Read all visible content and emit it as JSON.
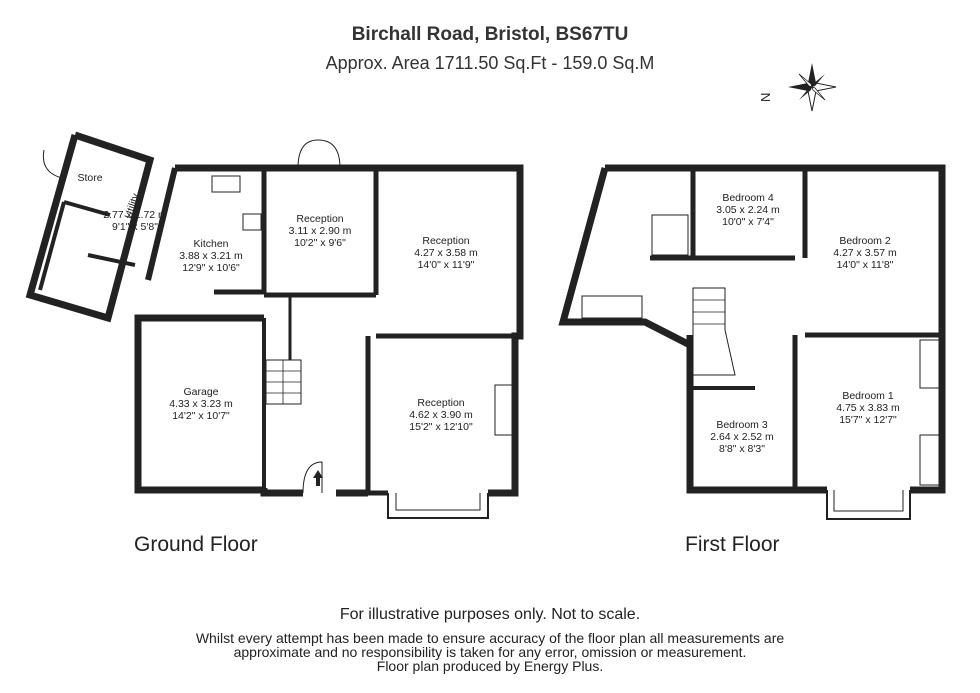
{
  "header": {
    "address": "Birchall Road, Bristol, BS67TU",
    "area": "Approx. Area 1711.50 Sq.Ft - 159.0 Sq.M"
  },
  "compass": {
    "label": "N",
    "icon": "compass-rose-icon"
  },
  "floors": [
    {
      "name": "Ground Floor",
      "rooms": [
        {
          "name": "Store",
          "metric": "",
          "imperial": ""
        },
        {
          "name": "Utility",
          "metric": "2.77 x 1.72 m",
          "imperial": "9'1\" x 5'8\""
        },
        {
          "name": "Kitchen",
          "metric": "3.88 x 3.21 m",
          "imperial": "12'9\" x 10'6\""
        },
        {
          "name": "Reception",
          "metric": "3.11 x 2.90 m",
          "imperial": "10'2\" x 9'6\""
        },
        {
          "name": "Reception",
          "metric": "4.27 x 3.58 m",
          "imperial": "14'0\" x 11'9\""
        },
        {
          "name": "Garage",
          "metric": "4.33 x 3.23 m",
          "imperial": "14'2\" x 10'7\""
        },
        {
          "name": "Reception",
          "metric": "4.62 x 3.90 m",
          "imperial": "15'2\" x 12'10\""
        }
      ]
    },
    {
      "name": "First Floor",
      "rooms": [
        {
          "name": "Bedroom 4",
          "metric": "3.05 x 2.24 m",
          "imperial": "10'0\" x 7'4\""
        },
        {
          "name": "Bedroom 2",
          "metric": "4.27 x 3.57 m",
          "imperial": "14'0\" x 11'8\""
        },
        {
          "name": "Bedroom 1",
          "metric": "4.75 x 3.83 m",
          "imperial": "15'7\" x 12'7\""
        },
        {
          "name": "Bedroom 3",
          "metric": "2.64 x 2.52 m",
          "imperial": "8'8\" x 8'3\""
        }
      ]
    }
  ],
  "footer": {
    "disclaimer": "For illustrative purposes only. Not to scale.",
    "line1": "Whilst every attempt has been made to ensure accuracy of the floor plan all measurements are",
    "line2": "approximate and no responsibility is taken for any error, omission or measurement.",
    "line3": "Floor plan produced by Energy Plus."
  }
}
